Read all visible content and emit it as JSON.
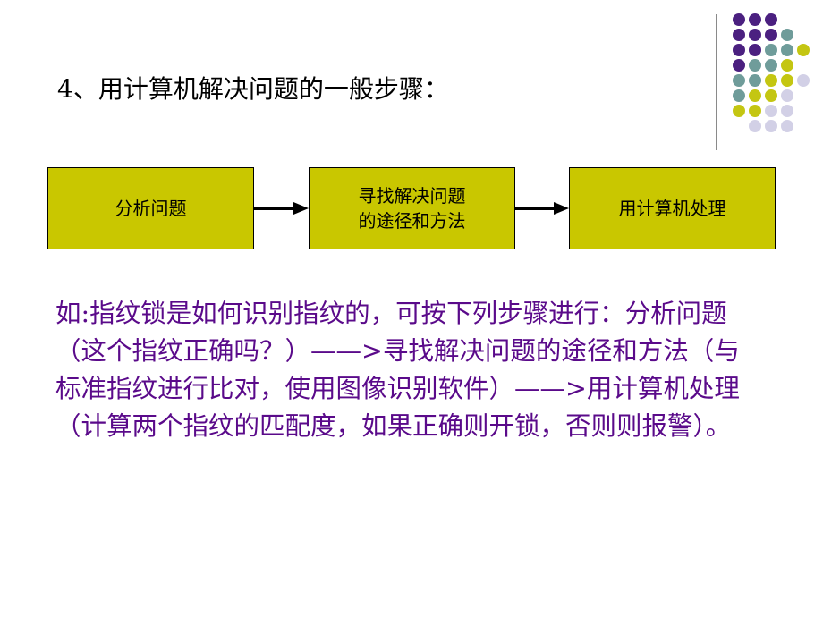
{
  "colors": {
    "purple": "#4b2080",
    "teal": "#6f9c9a",
    "olive": "#c4c612",
    "lavender": "#d2d0e6",
    "box_fill": "#c9c700",
    "para_text": "#5a0a8a"
  },
  "heading": {
    "text": "4、用计算机解决问题的一般步骤："
  },
  "flow": {
    "steps": [
      {
        "lines": [
          "分析问题"
        ]
      },
      {
        "lines": [
          "寻找解决问题",
          "的途径和方法"
        ]
      },
      {
        "lines": [
          "用计算机处理"
        ]
      }
    ]
  },
  "paragraph": {
    "lines": [
      "如:指纹锁是如何识别指纹的，可按下列步骤进行：分析问题",
      "（这个指纹正确吗？）——>寻找解决问题的途径和方法（与",
      "标准指纹进行比对，使用图像识别软件）——>用计算机处理",
      "（计算两个指纹的匹配度，如果正确则开锁，否则则报警）。"
    ]
  }
}
